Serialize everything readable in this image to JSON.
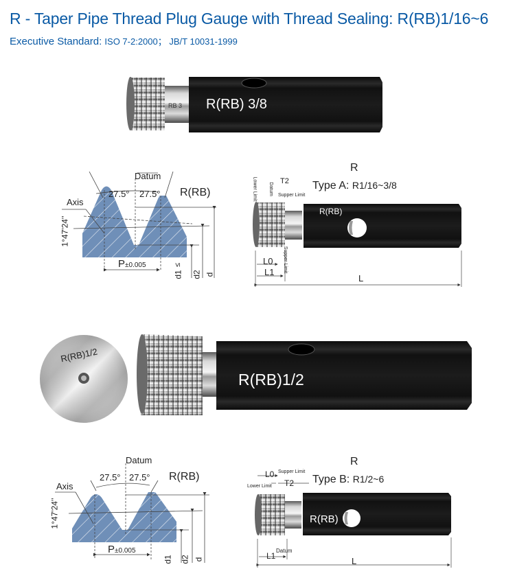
{
  "header": {
    "title": "R - Taper Pipe Thread Plug Gauge with Thread Sealing: R(RB)1/16~6",
    "standard_label": "Executive Standard:",
    "standard_value": "ISO  7-2:2000； JB/T 10031-1999"
  },
  "gauge_top": {
    "marking": "R(RB) 3/8",
    "neck_marking": "RB 3"
  },
  "profile_a": {
    "datum": "Datum",
    "angle_left": "27.5°",
    "angle_right": "27.5°",
    "series": "R(RB)",
    "axis": "Axis",
    "taper": "1°47'24''",
    "pitch": "P",
    "pitch_tol": "±0.005",
    "d1": "d1",
    "d1_sym": "≤",
    "d2": "d2",
    "d": "d"
  },
  "type_a": {
    "heading": "R",
    "type_label": "Type A:",
    "type_range": "R1/16~3/8",
    "lower_limit": "Lower Limit",
    "datum": "Datum",
    "t2": "T2",
    "supper_limit": "Supper Limit",
    "supper_limit_v": "Supper Limit",
    "marking": "R(RB)",
    "l0": "L0",
    "l1": "L1",
    "l": "L"
  },
  "gauge_mid": {
    "disc_marking": "R(RB)1/2",
    "marking": "R(RB)1/2"
  },
  "profile_b": {
    "datum": "Datum",
    "angle_left": "27.5°",
    "angle_right": "27.5°",
    "series": "R(RB)",
    "axis": "Axis",
    "taper": "1°47'24''",
    "pitch": "P",
    "pitch_tol": "±0.005",
    "d1": "d1",
    "d2": "d2",
    "d": "d"
  },
  "type_b": {
    "heading": "R",
    "type_label": "Type B:",
    "type_range": "R1/2~6",
    "l0": "L0",
    "supper_limit": "Supper Limit",
    "lower_limit": "Lower Limit",
    "t2": "T2",
    "marking": "R(RB)",
    "datum": "Datum",
    "l1": "L1",
    "l": "L"
  },
  "colors": {
    "title_blue": "#0a5aa5",
    "profile_fill": "#6f8fb8",
    "gauge_black": "#1a1a1a"
  }
}
